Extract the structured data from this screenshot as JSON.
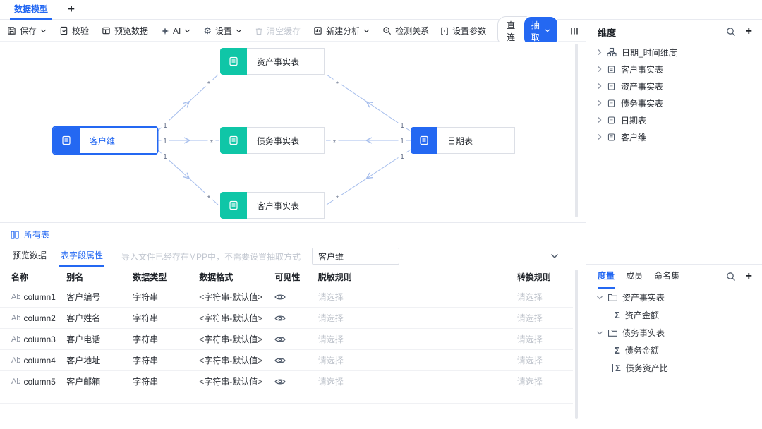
{
  "colors": {
    "primary": "#2468f2",
    "teal": "#0fc6a7",
    "edge": "#a5bdec"
  },
  "icons": {
    "plus": "+",
    "gear": "⚙"
  },
  "tabbar": {
    "active_tab": "数据模型",
    "add": "+"
  },
  "toolbar": {
    "save": "保存",
    "validate": "校验",
    "preview_data": "预览数据",
    "ai": "AI",
    "settings": "设置",
    "clear_cache": "清空缓存",
    "new_analysis": "新建分析",
    "detect_relations": "检测关系",
    "set_params": "设置参数",
    "connection": {
      "direct": "直连",
      "extract": "抽取",
      "selected": "抽取"
    }
  },
  "canvas": {
    "nodes": [
      {
        "label": "资产事实表",
        "color": "teal"
      },
      {
        "label": "客户维",
        "color": "blue",
        "selected": true
      },
      {
        "label": "债务事实表",
        "color": "teal"
      },
      {
        "label": "日期表",
        "color": "blue"
      },
      {
        "label": "客户事实表",
        "color": "teal"
      }
    ],
    "one": "1",
    "many": "*"
  },
  "bottom": {
    "all_tables": "所有表",
    "tab_preview": "预览数据",
    "tab_fields": "表字段属性",
    "hint": "导入文件已经存在MPP中，不需要设置抽取方式",
    "table_name": "客户维",
    "type_glyph": "Ab",
    "columns": [
      "名称",
      "别名",
      "数据类型",
      "数据格式",
      "可见性",
      "脱敏规则",
      "转换规则"
    ],
    "rows": [
      {
        "name": "column1",
        "alias": "客户编号",
        "dtype": "字符串",
        "format": "<字符串-默认值>",
        "mask": "请选择",
        "transform": "请选择"
      },
      {
        "name": "column2",
        "alias": "客户姓名",
        "dtype": "字符串",
        "format": "<字符串-默认值>",
        "mask": "请选择",
        "transform": "请选择"
      },
      {
        "name": "column3",
        "alias": "客户电话",
        "dtype": "字符串",
        "format": "<字符串-默认值>",
        "mask": "请选择",
        "transform": "请选择"
      },
      {
        "name": "column4",
        "alias": "客户地址",
        "dtype": "字符串",
        "format": "<字符串-默认值>",
        "mask": "请选择",
        "transform": "请选择"
      },
      {
        "name": "column5",
        "alias": "客户邮箱",
        "dtype": "字符串",
        "format": "<字符串-默认值>",
        "mask": "请选择",
        "transform": "请选择"
      }
    ]
  },
  "dimensions": {
    "title": "维度",
    "items": [
      {
        "label": "日期_时间维度"
      },
      {
        "label": "客户事实表"
      },
      {
        "label": "资产事实表"
      },
      {
        "label": "债务事实表"
      },
      {
        "label": "日期表"
      },
      {
        "label": "客户维"
      }
    ]
  },
  "measures": {
    "tab_measure": "度量",
    "tab_member": "成员",
    "tab_namedset": "命名集",
    "sigma": "Σ",
    "groups": [
      {
        "label": "资产事实表",
        "children": [
          {
            "label": "资产金额"
          }
        ]
      },
      {
        "label": "债务事实表",
        "children": [
          {
            "label": "债务金额"
          },
          {
            "label": "债务资产比"
          }
        ]
      }
    ]
  }
}
